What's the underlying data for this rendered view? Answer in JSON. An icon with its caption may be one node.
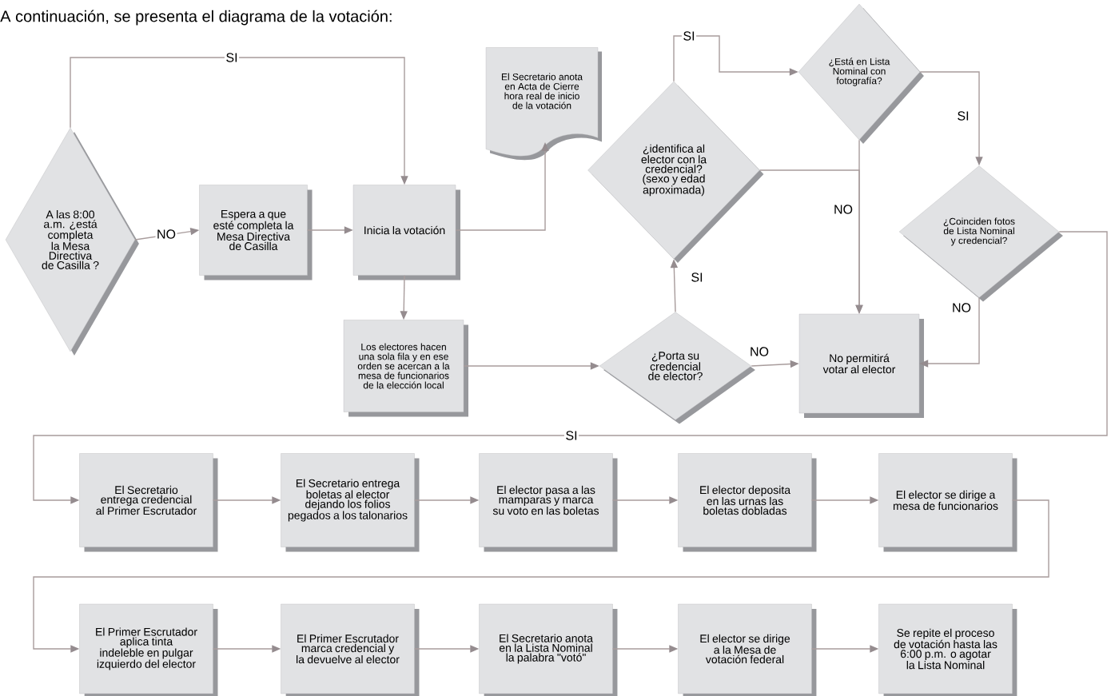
{
  "diagram": {
    "title": "A continuación, se presenta el diagrama de la votación:",
    "nodes": [
      {
        "text": [
          "A las 8:00 a.m. ¿está completa la Mesa Directiva de Casilla ?"
        ]
      },
      {
        "text": [
          "Espera a que esté completa la Mesa Directiva de Casilla"
        ]
      },
      {
        "text": [
          "Inicia la votación"
        ]
      },
      {
        "text": [
          "El Secretario anota en Acta de Cierre hora real de inicio de la votación"
        ]
      },
      {
        "text": [
          "Los electores hacen una sola fila y en ese orden se acercan a la mesa de funcionarios de la elección local"
        ]
      },
      {
        "text": [
          "¿identifica al elector con la credencial? (sexo y edad aproximada)"
        ]
      },
      {
        "text": [
          "¿Está en Lista Nominal con fotografía?"
        ]
      },
      {
        "text": [
          "¿Coinciden fotos de Lista Nominal y credencial?"
        ]
      },
      {
        "text": [
          "¿Porta su credencial de elector?"
        ]
      },
      {
        "text": [
          "No permitirá votar al elector"
        ]
      },
      {
        "text": [
          "El Secretario entrega credencial al Primer Escrutador"
        ]
      },
      {
        "text": [
          "El Secretario entrega boletas al elector dejando los folios pegados a los talonarios"
        ]
      },
      {
        "text": [
          "El elector pasa a las mamparas y marca su voto en las boletas"
        ]
      },
      {
        "text": [
          "El elector deposita en las urnas las boletas dobladas"
        ]
      },
      {
        "text": [
          "El elector se dirige a mesa de funcionarios"
        ]
      },
      {
        "text": [
          "El Primer Escrutador aplica tinta indeleble en pulgar izquierdo del elector"
        ]
      },
      {
        "text": [
          "El Primer Escrutador marca credencial y la devuelve al elector"
        ]
      },
      {
        "text": [
          "El Secretario anota en la Lista Nominal la palabra \"votó\""
        ]
      },
      {
        "text": [
          "El elector se dirige a la Mesa de votación federal"
        ]
      },
      {
        "text": [
          "Se repite el proceso de votación hasta las 6:00 p.m. o agotar la Lista Nominal"
        ]
      }
    ],
    "edges": [
      {
        "from": 0,
        "to": 2,
        "arrow": "to",
        "label": "SI"
      },
      {
        "from": 0,
        "to": 1,
        "arrow": "to",
        "label": "NO"
      },
      {
        "from": 1,
        "to": 2,
        "arrow": "to"
      },
      {
        "from": 2,
        "to": 3,
        "arrow": "to"
      },
      {
        "from": 2,
        "to": 4,
        "arrow": "to"
      },
      {
        "from": 4,
        "to": 8,
        "arrow": "to"
      },
      {
        "from": 8,
        "to": 5,
        "arrow": "to",
        "label": "SI"
      },
      {
        "from": 8,
        "to": 9,
        "arrow": "to",
        "label": "NO"
      },
      {
        "from": 5,
        "to": 6,
        "arrow": "to",
        "label": "SI"
      },
      {
        "from": 5,
        "to": 9,
        "arrow": "to"
      },
      {
        "from": 6,
        "to": 9,
        "arrow": "to",
        "label": "NO"
      },
      {
        "from": 6,
        "to": 7,
        "arrow": "to",
        "label": "SI"
      },
      {
        "from": 7,
        "to": 9,
        "arrow": "to",
        "label": "NO"
      },
      {
        "from": 7,
        "to": 10,
        "arrow": "to",
        "label": "SI"
      },
      {
        "from": 10,
        "to": 11,
        "arrow": "to"
      },
      {
        "from": 11,
        "to": 12,
        "arrow": "to"
      },
      {
        "from": 12,
        "to": 13,
        "arrow": "to"
      },
      {
        "from": 13,
        "to": 14,
        "arrow": "to"
      },
      {
        "from": 14,
        "to": 15,
        "arrow": "to"
      },
      {
        "from": 15,
        "to": 16,
        "arrow": "to"
      },
      {
        "from": 16,
        "to": 17,
        "arrow": "to"
      },
      {
        "from": 17,
        "to": 18,
        "arrow": "to"
      },
      {
        "from": 18,
        "to": 19,
        "arrow": "to"
      }
    ]
  }
}
